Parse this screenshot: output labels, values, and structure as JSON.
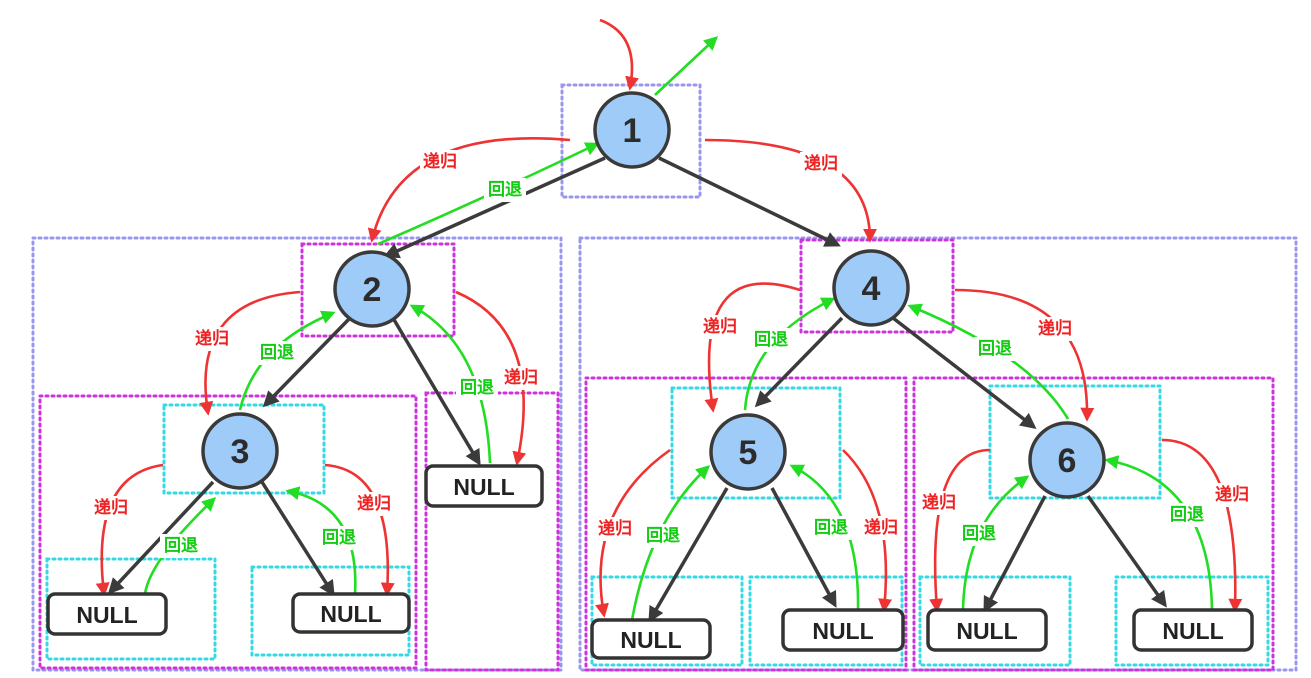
{
  "labels": {
    "recurse": "递归",
    "backtrack": "回退"
  },
  "nodes": [
    {
      "id": "n1",
      "label": "1"
    },
    {
      "id": "n2",
      "label": "2"
    },
    {
      "id": "n3",
      "label": "3"
    },
    {
      "id": "n4",
      "label": "4"
    },
    {
      "id": "n5",
      "label": "5"
    },
    {
      "id": "n6",
      "label": "6"
    }
  ],
  "null_nodes": [
    {
      "id": "null-2-right",
      "label": "NULL"
    },
    {
      "id": "null-3-left",
      "label": "NULL"
    },
    {
      "id": "null-3-right",
      "label": "NULL"
    },
    {
      "id": "null-5-left",
      "label": "NULL"
    },
    {
      "id": "null-5-right",
      "label": "NULL"
    },
    {
      "id": "null-6-left",
      "label": "NULL"
    },
    {
      "id": "null-6-right",
      "label": "NULL"
    }
  ],
  "edges": [
    {
      "from": "1",
      "to": "2"
    },
    {
      "from": "1",
      "to": "4"
    },
    {
      "from": "2",
      "to": "3"
    },
    {
      "from": "2",
      "to": "NULL"
    },
    {
      "from": "3",
      "to": "NULL"
    },
    {
      "from": "3",
      "to": "NULL"
    },
    {
      "from": "4",
      "to": "5"
    },
    {
      "from": "4",
      "to": "6"
    },
    {
      "from": "5",
      "to": "NULL"
    },
    {
      "from": "5",
      "to": "NULL"
    },
    {
      "from": "6",
      "to": "NULL"
    },
    {
      "from": "6",
      "to": "NULL"
    }
  ],
  "colors": {
    "node_fill": "#9ecbf7",
    "recurse_arrow": "#ee3333",
    "backtrack_arrow": "#22dd22",
    "edge": "#3b3b3b",
    "box_blue": "#9a96ee",
    "box_magenta": "#cc33dd",
    "box_cyan": "#33d9e3"
  }
}
